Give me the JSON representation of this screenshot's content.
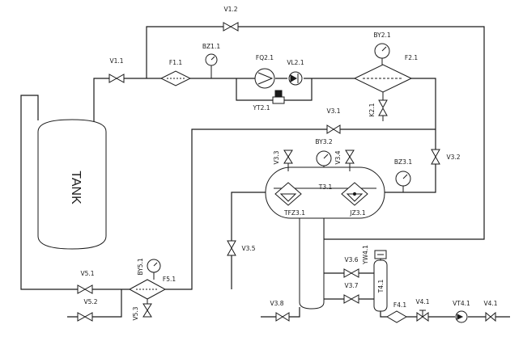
{
  "labels": {
    "tank": "TANK",
    "v1_2": "V1.2",
    "v1_1": "V1.1",
    "f1_1": "F1.1",
    "bz1_1": "BZ1.1",
    "fq2_1": "FQ2.1",
    "vl2_1": "VL2.1",
    "yt2_1": "YT2.1",
    "by2_1": "BY2.1",
    "f2_1": "F2.1",
    "k2_1": "K2.1",
    "v3_1": "V3.1",
    "v3_2": "V3.2",
    "v3_3": "V3.3",
    "by3_2": "BY3.2",
    "v3_4": "V3.4",
    "t3_1": "T3.1",
    "bz3_1": "BZ3.1",
    "tfz3_1": "TFZ3.1",
    "jz3_1": "JZ3.1",
    "v3_5": "V3.5",
    "v5_1": "V5.1",
    "v5_2": "V5.2",
    "by5_1": "BY5.1",
    "f5_1": "F5.1",
    "v5_3": "V5.3",
    "v3_6": "V3.6",
    "v3_7": "V3.7",
    "v3_8": "V3.8",
    "yw4_1": "YW4.1",
    "t4_1": "T4.1",
    "f4_1": "F4.1",
    "v4_1a": "V4.1",
    "vt4_1": "VT4.1",
    "v4_1b": "V4.1"
  }
}
